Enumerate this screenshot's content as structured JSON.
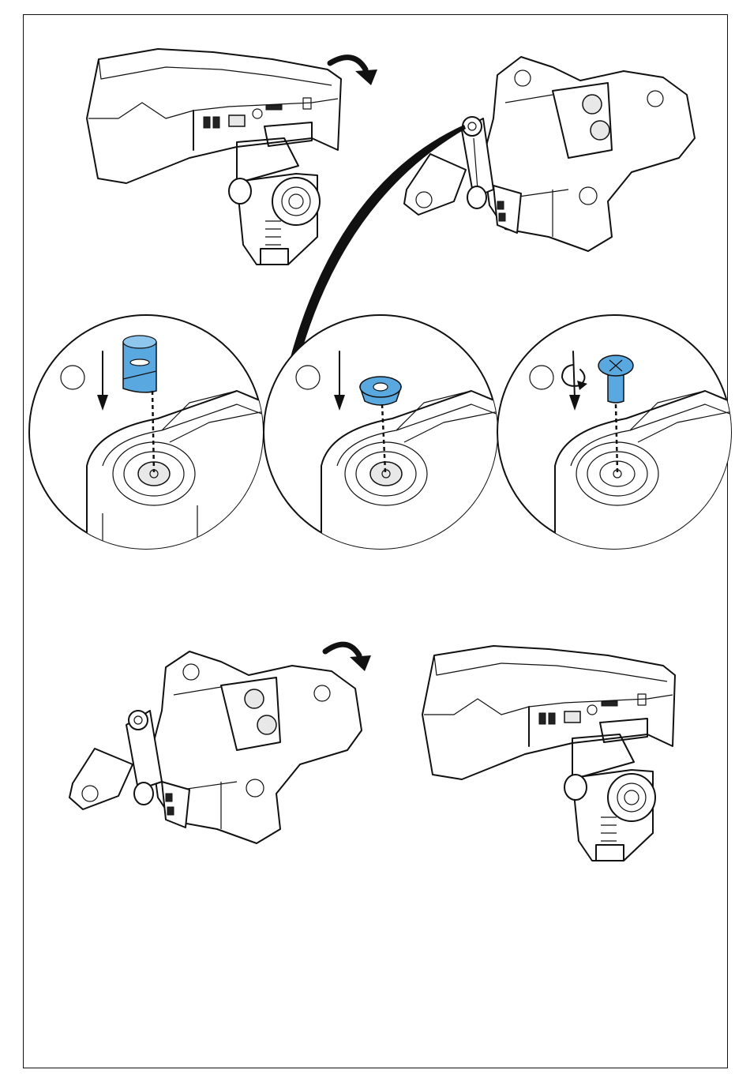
{
  "icons": {
    "rotate_arrow": "curved-rotate-arrow-icon",
    "down_arrow": "down-arrow-icon",
    "twist_arrow": "twist-rotate-icon"
  },
  "colors": {
    "part_highlight": "#5aa8e0",
    "part_highlight_light": "#8ec6ee",
    "outline": "#111111"
  },
  "details": [
    {
      "part": "sleeve"
    },
    {
      "part": "washer"
    },
    {
      "part": "screw"
    }
  ]
}
